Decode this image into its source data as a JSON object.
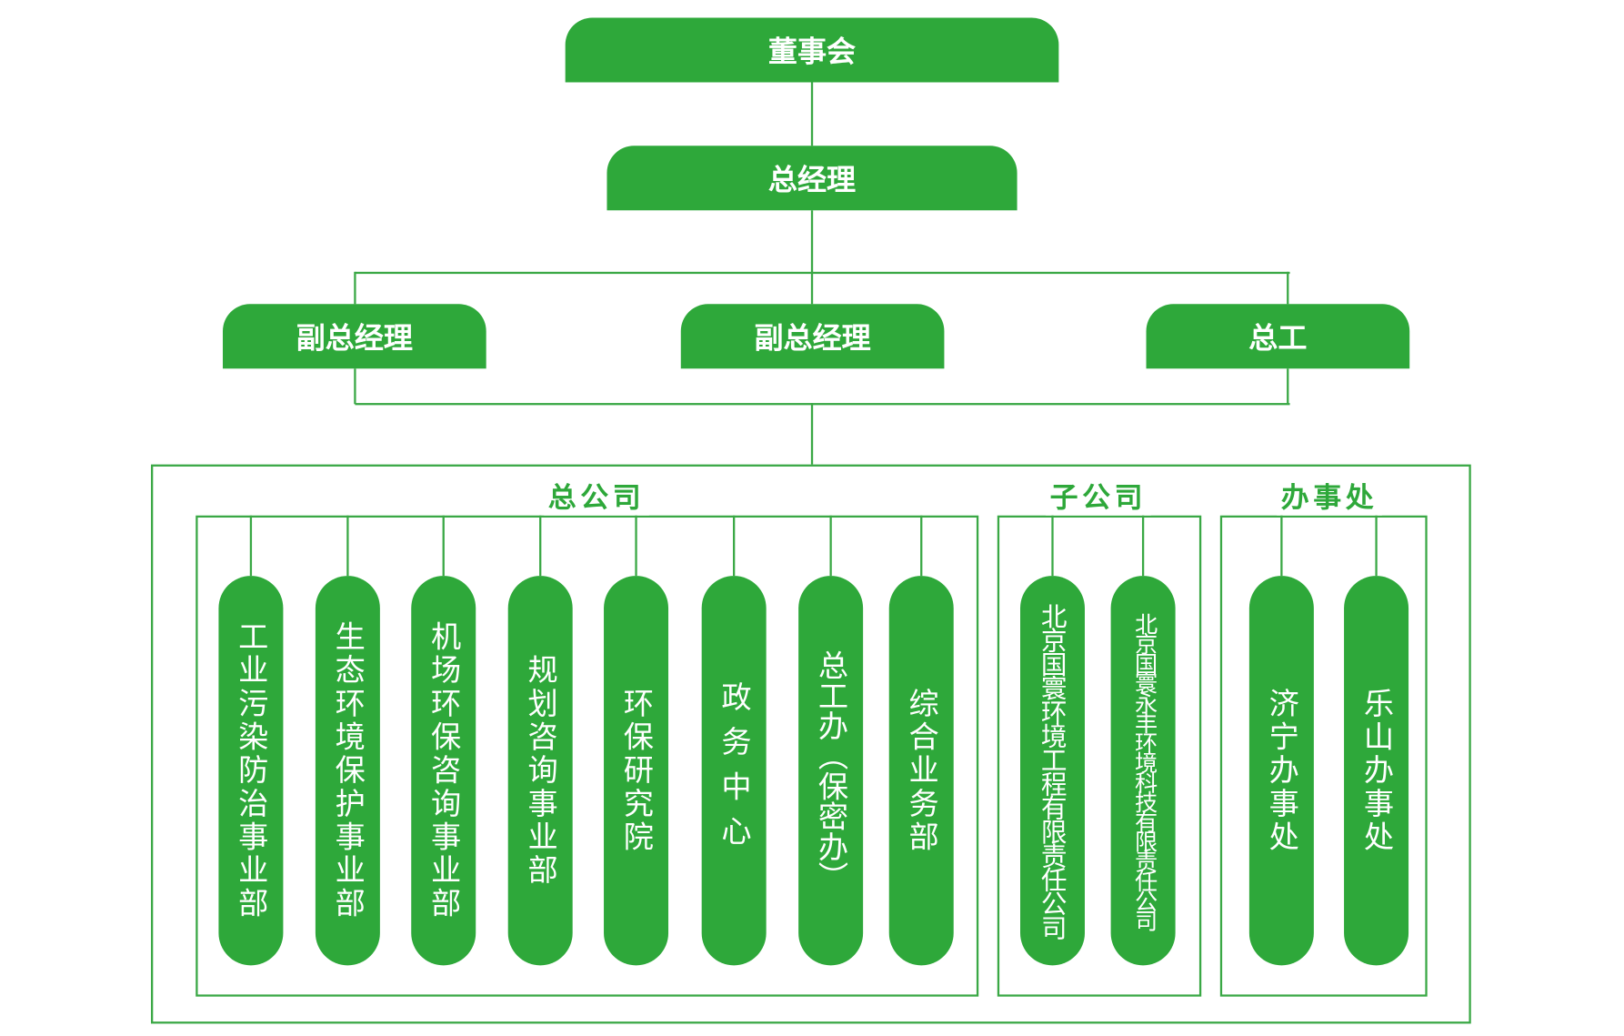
{
  "top": {
    "board": "董事会",
    "gm": "总经理"
  },
  "deputies": [
    "副总经理",
    "副总经理",
    "总工"
  ],
  "groups": {
    "head_office": {
      "label": "总公司",
      "units": [
        "工业污染防治事业部",
        "生态环境保护事业部",
        "机场环保咨询事业部",
        "规划咨询事业部",
        "环保研究院",
        "政务中心",
        "总工办（保密办）",
        "综合业务部"
      ]
    },
    "subsidiaries": {
      "label": "子公司",
      "units": [
        "北京国寰环境工程有限责任公司",
        "北京国寰永丰环境科技有限责任公司"
      ]
    },
    "offices": {
      "label": "办事处",
      "units": [
        "济宁办事处",
        "乐山办事处"
      ]
    }
  },
  "colors": {
    "accent": "#2ea83a"
  }
}
